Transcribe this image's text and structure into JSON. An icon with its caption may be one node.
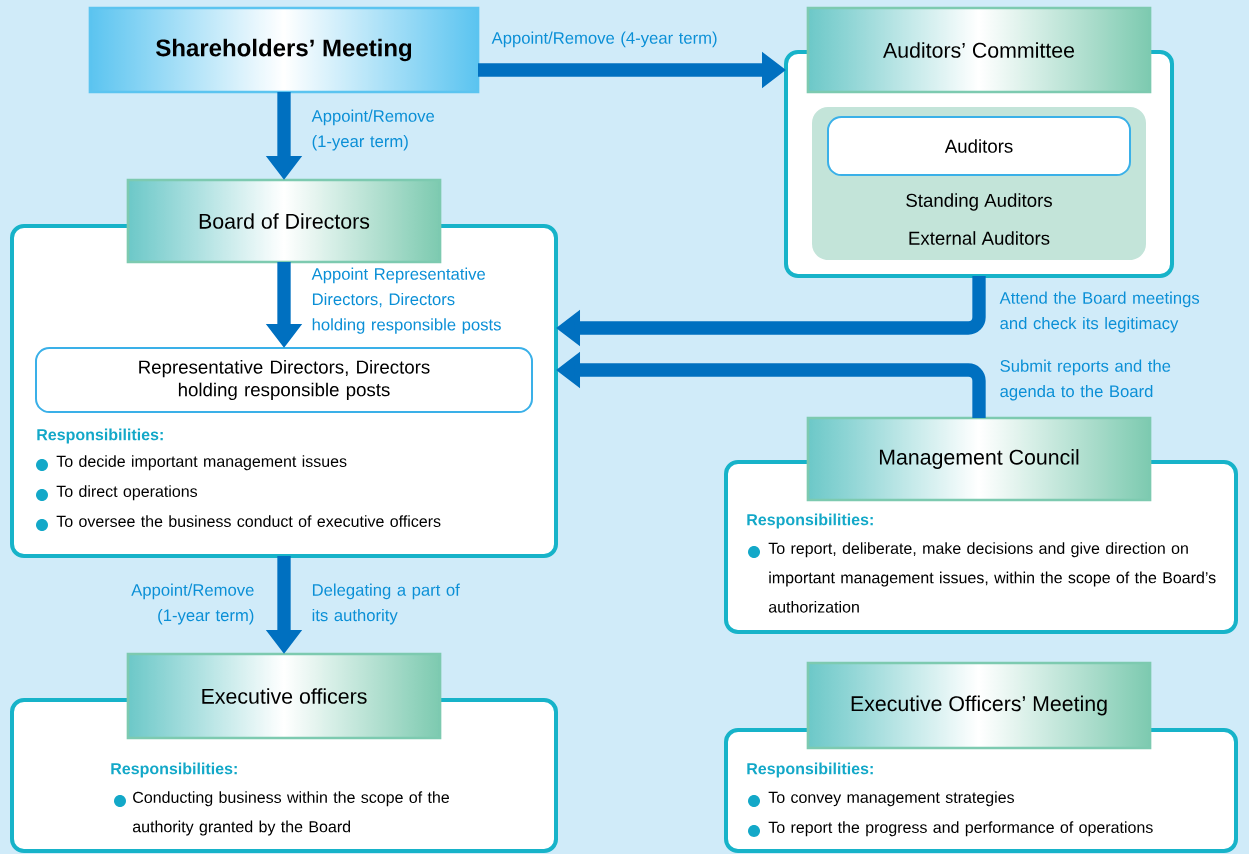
{
  "diagram": {
    "nodes": [
      {
        "text": [
          "Shareholders’ Meeting"
        ]
      },
      {
        "text": [
          "Auditors’ Committee"
        ]
      },
      {
        "text": [],
        "shape": "box"
      },
      {
        "text": [
          "Standing Auditors",
          "External Auditors"
        ],
        "in": 2
      },
      {
        "text": [
          "Auditors"
        ],
        "in": 3
      },
      {
        "text": [
          "Board of Directors"
        ]
      },
      {
        "text": [
          "Responsibilities:",
          "To decide important management issues",
          "To direct operations",
          "To oversee the business conduct of executive officers"
        ]
      },
      {
        "text": [
          "Representative Directors, Directors holding responsible posts"
        ],
        "in": 6
      },
      {
        "text": [
          "Management Council"
        ]
      },
      {
        "text": [
          "Responsibilities:",
          "To report, deliberate, make decisions and give direction on important management issues, within the scope of the Board’s authorization"
        ]
      },
      {
        "text": [
          "Executive officers"
        ]
      },
      {
        "text": [
          "Responsibilities:",
          "Conducting business within the scope of the authority granted by the Board"
        ]
      },
      {
        "text": [
          "Executive Officers’ Meeting"
        ]
      },
      {
        "text": [
          "Responsibilities:",
          "To convey management strategies",
          "To report the progress and performance of operations"
        ]
      }
    ],
    "edges": [
      {
        "from": 0,
        "to": 2,
        "arrow": "to",
        "label": "Appoint/Remove (4-year term)"
      },
      {
        "from": 0,
        "to": 5,
        "arrow": "to",
        "label": "Appoint/Remove (1-year term)"
      },
      {
        "from": 5,
        "to": 7,
        "arrow": "to",
        "label": "Appoint Representative Directors, Directors holding responsible posts"
      },
      {
        "from": 2,
        "to": 6,
        "arrow": "to",
        "label": "Attend the Board meetings and check its legitimacy"
      },
      {
        "from": 8,
        "to": 6,
        "arrow": "to",
        "label": "Submit reports and the agenda to the Board"
      },
      {
        "from": 6,
        "to": 10,
        "arrow": "to",
        "label": "Appoint/Remove (1-year term)"
      }
    ],
    "labels": [
      "Delegating a part of its authority"
    ]
  }
}
